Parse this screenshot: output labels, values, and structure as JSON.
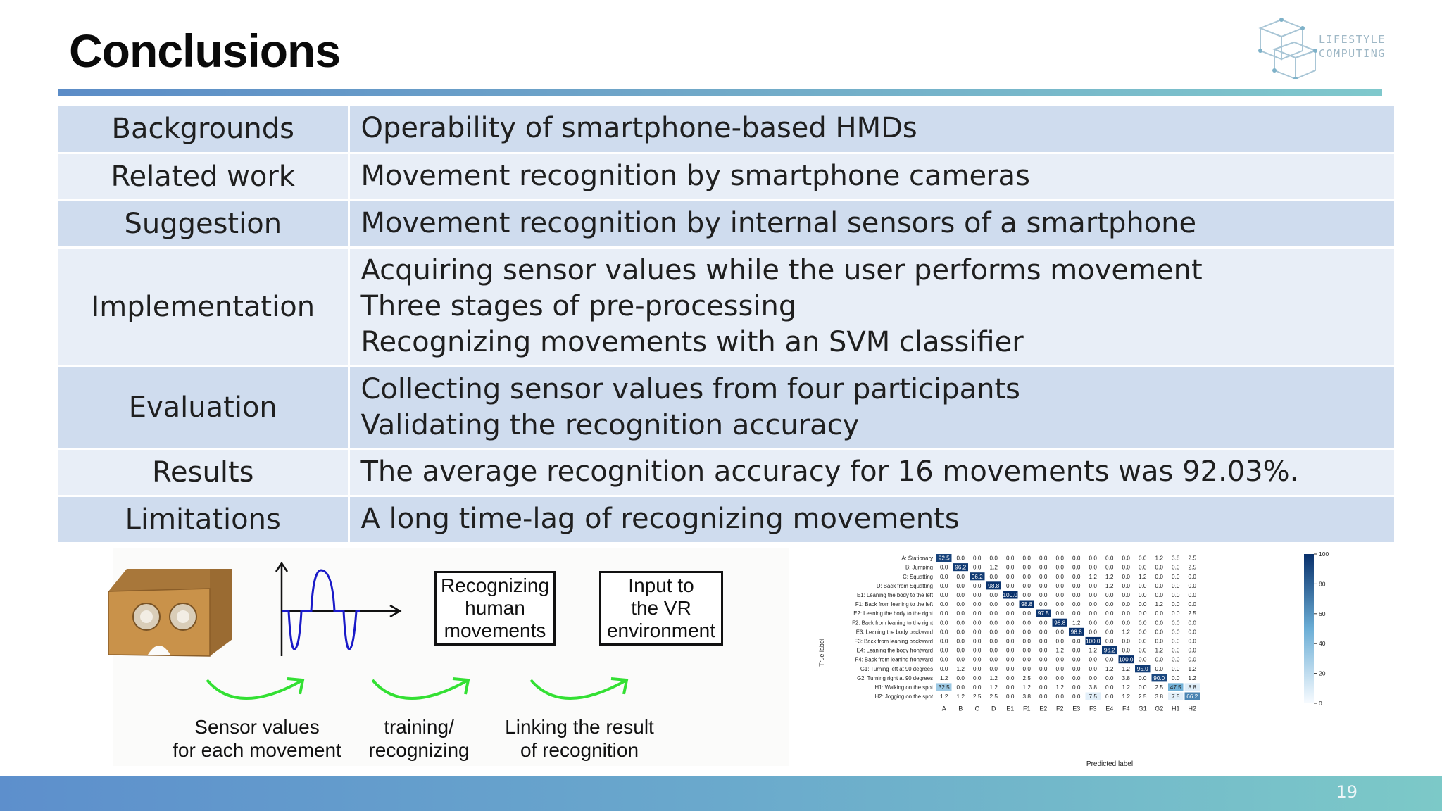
{
  "slide": {
    "title": "Conclusions",
    "logo_line1": "LIFESTYLE",
    "logo_line2": "COMPUTING",
    "page_number": "19"
  },
  "summary_table": [
    {
      "heading": "Backgrounds",
      "lines": [
        "Operability of smartphone-based HMDs"
      ]
    },
    {
      "heading": "Related work",
      "lines": [
        "Movement recognition by smartphone cameras"
      ]
    },
    {
      "heading": "Suggestion",
      "lines": [
        "Movement recognition by internal sensors of a smartphone"
      ]
    },
    {
      "heading": "Implementation",
      "lines": [
        "Acquiring sensor values while the user performs movement",
        "Three stages of pre-processing",
        "Recognizing movements with an SVM classifier"
      ]
    },
    {
      "heading": "Evaluation",
      "lines": [
        "Collecting sensor values from four participants",
        "Validating the recognition accuracy"
      ]
    },
    {
      "heading": "Results",
      "lines": [
        "The average recognition accuracy for 16 movements was 92.03%."
      ]
    },
    {
      "heading": "Limitations",
      "lines": [
        "A long time-lag of recognizing movements"
      ]
    }
  ],
  "pipeline": {
    "box1": [
      "Recognizing",
      "human",
      "movements"
    ],
    "box2": [
      "Input to",
      "the VR",
      "environment"
    ],
    "caption1": [
      "Sensor values",
      "for each movement"
    ],
    "caption2": [
      "training/",
      "recognizing"
    ],
    "caption3": [
      "Linking the result",
      "of recognition"
    ]
  },
  "colors": {
    "title_rule_start": "#5b8cc7",
    "table_dark": "#cfdcee",
    "table_light": "#e8eef7",
    "arrow_green": "#33e033",
    "wave_blue": "#1a1ac8",
    "cardboard": "#c9924a",
    "footer_start": "#5d8fcc",
    "footer_end": "#7cc9c8"
  },
  "chart_data": {
    "type": "heatmap",
    "xlabel": "Predicted label",
    "ylabel": "True label",
    "row_labels": [
      "A: Stationary",
      "B: Jumping",
      "C: Squatting",
      "D: Back from Squatting",
      "E1: Leaning the body to the left",
      "F1: Back from leaning to the left",
      "E2: Leaning the body to the right",
      "F2: Back from leaning to the right",
      "E3: Leaning the body backward",
      "F3: Back from leaning backward",
      "E4: Leaning the body frontward",
      "F4: Back from leaning frontward",
      "G1: Turning left at 90 degrees",
      "G2: Turning right at 90 degrees",
      "H1: Walking on the spot",
      "H2: Jogging on the spot"
    ],
    "col_labels": [
      "A",
      "B",
      "C",
      "D",
      "E1",
      "F1",
      "E2",
      "F2",
      "E3",
      "F3",
      "E4",
      "F4",
      "G1",
      "G2",
      "H1",
      "H2"
    ],
    "colorbar_ticks": [
      "100",
      "80",
      "60",
      "40",
      "20",
      "0"
    ],
    "colorbar_range": [
      0,
      100
    ],
    "values": [
      [
        92.5,
        0.0,
        0.0,
        0.0,
        0.0,
        0.0,
        0.0,
        0.0,
        0.0,
        0.0,
        0.0,
        0.0,
        0.0,
        1.2,
        3.8,
        2.5
      ],
      [
        0.0,
        96.2,
        0.0,
        1.2,
        0.0,
        0.0,
        0.0,
        0.0,
        0.0,
        0.0,
        0.0,
        0.0,
        0.0,
        0.0,
        0.0,
        2.5
      ],
      [
        0.0,
        0.0,
        96.2,
        0.0,
        0.0,
        0.0,
        0.0,
        0.0,
        0.0,
        1.2,
        1.2,
        0.0,
        1.2,
        0.0,
        0.0,
        0.0
      ],
      [
        0.0,
        0.0,
        0.0,
        98.8,
        0.0,
        0.0,
        0.0,
        0.0,
        0.0,
        0.0,
        1.2,
        0.0,
        0.0,
        0.0,
        0.0,
        0.0
      ],
      [
        0.0,
        0.0,
        0.0,
        0.0,
        100.0,
        0.0,
        0.0,
        0.0,
        0.0,
        0.0,
        0.0,
        0.0,
        0.0,
        0.0,
        0.0,
        0.0
      ],
      [
        0.0,
        0.0,
        0.0,
        0.0,
        0.0,
        98.8,
        0.0,
        0.0,
        0.0,
        0.0,
        0.0,
        0.0,
        0.0,
        1.2,
        0.0,
        0.0
      ],
      [
        0.0,
        0.0,
        0.0,
        0.0,
        0.0,
        0.0,
        97.5,
        0.0,
        0.0,
        0.0,
        0.0,
        0.0,
        0.0,
        0.0,
        0.0,
        2.5
      ],
      [
        0.0,
        0.0,
        0.0,
        0.0,
        0.0,
        0.0,
        0.0,
        98.8,
        1.2,
        0.0,
        0.0,
        0.0,
        0.0,
        0.0,
        0.0,
        0.0
      ],
      [
        0.0,
        0.0,
        0.0,
        0.0,
        0.0,
        0.0,
        0.0,
        0.0,
        98.8,
        0.0,
        0.0,
        1.2,
        0.0,
        0.0,
        0.0,
        0.0
      ],
      [
        0.0,
        0.0,
        0.0,
        0.0,
        0.0,
        0.0,
        0.0,
        0.0,
        0.0,
        100.0,
        0.0,
        0.0,
        0.0,
        0.0,
        0.0,
        0.0
      ],
      [
        0.0,
        0.0,
        0.0,
        0.0,
        0.0,
        0.0,
        0.0,
        1.2,
        0.0,
        1.2,
        96.2,
        0.0,
        0.0,
        1.2,
        0.0,
        0.0
      ],
      [
        0.0,
        0.0,
        0.0,
        0.0,
        0.0,
        0.0,
        0.0,
        0.0,
        0.0,
        0.0,
        0.0,
        100.0,
        0.0,
        0.0,
        0.0,
        0.0
      ],
      [
        0.0,
        1.2,
        0.0,
        0.0,
        0.0,
        0.0,
        0.0,
        0.0,
        0.0,
        0.0,
        1.2,
        1.2,
        95.0,
        0.0,
        0.0,
        1.2
      ],
      [
        1.2,
        0.0,
        0.0,
        1.2,
        0.0,
        2.5,
        0.0,
        0.0,
        0.0,
        0.0,
        0.0,
        3.8,
        0.0,
        90.0,
        0.0,
        1.2
      ],
      [
        32.5,
        0.0,
        0.0,
        1.2,
        0.0,
        1.2,
        0.0,
        1.2,
        0.0,
        3.8,
        0.0,
        1.2,
        0.0,
        2.5,
        47.5,
        8.8
      ],
      [
        1.2,
        1.2,
        2.5,
        2.5,
        0.0,
        3.8,
        0.0,
        0.0,
        0.0,
        7.5,
        0.0,
        1.2,
        2.5,
        3.8,
        7.5,
        66.2
      ]
    ]
  }
}
